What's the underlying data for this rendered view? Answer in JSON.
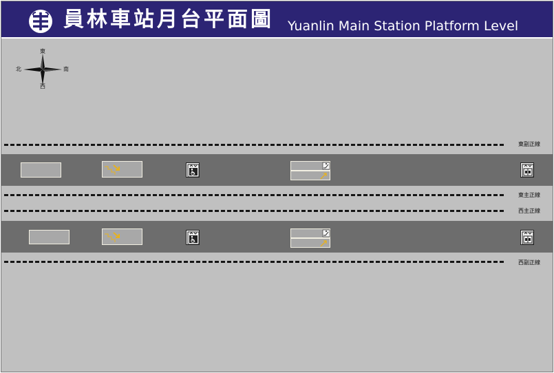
{
  "header": {
    "title_zh": "員林車站月台平面圖",
    "title_en": "Yuanlin Main Station Platform Level",
    "background_color": "#2c2474",
    "logo_icon": "taiwan-railway-logo-icon"
  },
  "compass": {
    "north": "北",
    "south": "南",
    "east": "東",
    "west": "西"
  },
  "tracks": [
    {
      "label": "東副正線"
    },
    {
      "label": "東主正線"
    },
    {
      "label": "西主正線"
    },
    {
      "label": "西副正線"
    }
  ],
  "platforms": [
    {
      "facilities": [
        "room",
        "stairs-icon",
        "elevator-icon",
        "escalator-icon",
        "elevator-icon"
      ]
    },
    {
      "facilities": [
        "room",
        "stairs-icon",
        "elevator-icon",
        "escalator-icon",
        "elevator-icon"
      ]
    }
  ],
  "colors": {
    "background": "#c0c0c0",
    "platform": "#6d6d6d",
    "stair_arrow": "#e8b21c"
  }
}
